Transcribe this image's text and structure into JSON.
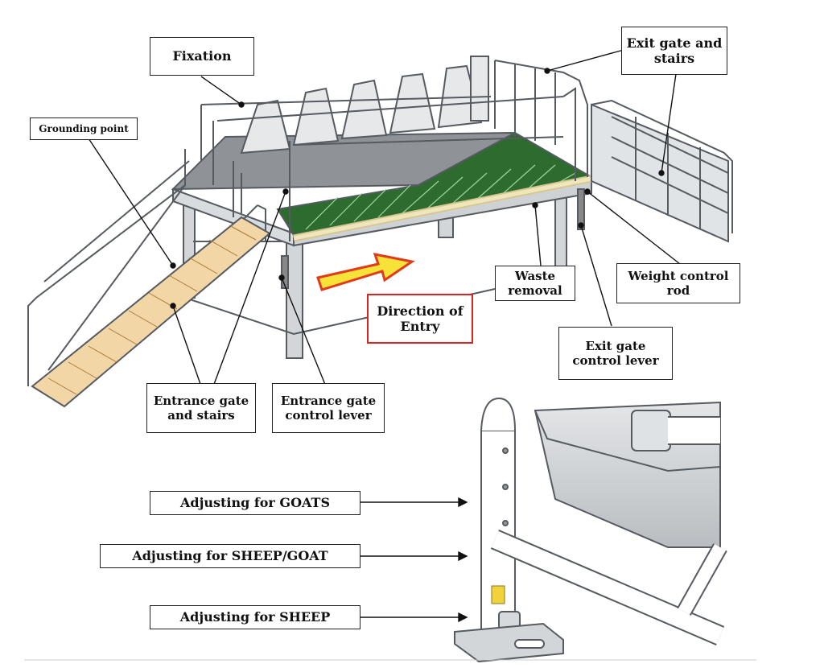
{
  "labels": {
    "fixation": "Fixation",
    "grounding_point": "Grounding point",
    "exit_gate_stairs_1": "Exit gate and",
    "exit_gate_stairs_2": "stairs",
    "weight_rod_1": "Weight control",
    "weight_rod_2": "rod",
    "waste_1": "Waste",
    "waste_2": "removal",
    "direction_1": "Direction of",
    "direction_2": "Entry",
    "exit_lever_1": "Exit gate",
    "exit_lever_2": "control lever",
    "entrance_stairs_1": "Entrance gate",
    "entrance_stairs_2": "and stairs",
    "entrance_lever_1": "Entrance gate",
    "entrance_lever_2": "control lever",
    "adj_goats": "Adjusting for GOATS",
    "adj_sheep_goat": "Adjusting for SHEEP/GOAT",
    "adj_sheep": "Adjusting for SHEEP"
  },
  "colors": {
    "frame": "#c9cdd1",
    "frame_stroke": "#555b61",
    "ramp": "#f3d6a6",
    "grate": "#2e6b2e",
    "rail": "#e8dca8",
    "arrow": "#f7e23a",
    "arrow_stroke": "#e03a1a"
  }
}
